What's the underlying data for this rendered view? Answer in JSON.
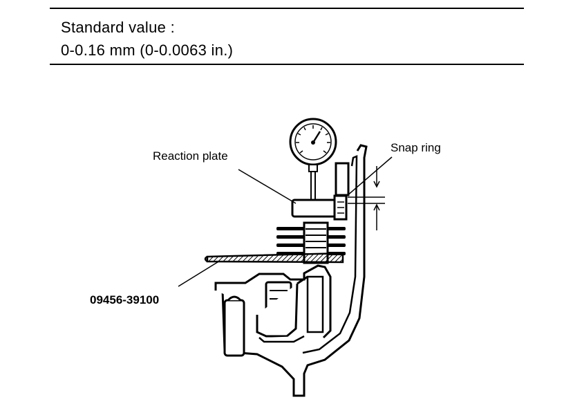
{
  "spec": {
    "line1": "Standard value :",
    "line2": "0-0.16 mm (0-0.0063 in.)"
  },
  "labels": {
    "reaction_plate": "Reaction plate",
    "snap_ring": "Snap ring",
    "tool_number": "09456-39100"
  }
}
